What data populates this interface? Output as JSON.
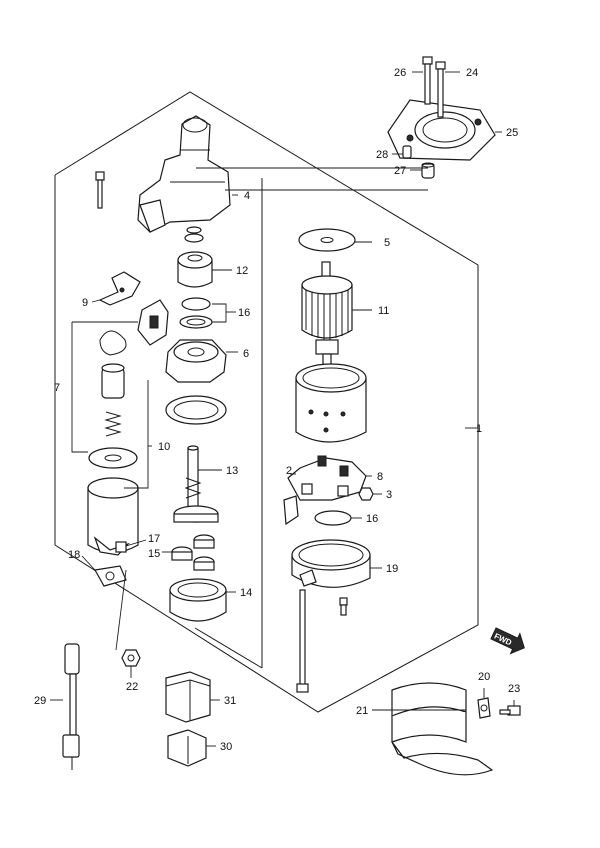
{
  "callouts": [
    {
      "id": "c1",
      "text": "1"
    },
    {
      "id": "c2",
      "text": "2"
    },
    {
      "id": "c3",
      "text": "3"
    },
    {
      "id": "c4",
      "text": "4"
    },
    {
      "id": "c5",
      "text": "5"
    },
    {
      "id": "c6",
      "text": "6"
    },
    {
      "id": "c7",
      "text": "7"
    },
    {
      "id": "c8",
      "text": "8"
    },
    {
      "id": "c9",
      "text": "9"
    },
    {
      "id": "c10",
      "text": "10"
    },
    {
      "id": "c11",
      "text": "11"
    },
    {
      "id": "c12",
      "text": "12"
    },
    {
      "id": "c13",
      "text": "13"
    },
    {
      "id": "c14",
      "text": "14"
    },
    {
      "id": "c15",
      "text": "15"
    },
    {
      "id": "c16a",
      "text": "16"
    },
    {
      "id": "c16b",
      "text": "16"
    },
    {
      "id": "c17",
      "text": "17"
    },
    {
      "id": "c18",
      "text": "18"
    },
    {
      "id": "c19",
      "text": "19"
    },
    {
      "id": "c20",
      "text": "20"
    },
    {
      "id": "c21",
      "text": "21"
    },
    {
      "id": "c22",
      "text": "22"
    },
    {
      "id": "c23",
      "text": "23"
    },
    {
      "id": "c24",
      "text": "24"
    },
    {
      "id": "c25",
      "text": "25"
    },
    {
      "id": "c26",
      "text": "26"
    },
    {
      "id": "c27",
      "text": "27"
    },
    {
      "id": "c28",
      "text": "28"
    },
    {
      "id": "c29",
      "text": "29"
    },
    {
      "id": "c30",
      "text": "30"
    },
    {
      "id": "c31",
      "text": "31"
    }
  ],
  "direction_badge": {
    "text": "FWD"
  }
}
